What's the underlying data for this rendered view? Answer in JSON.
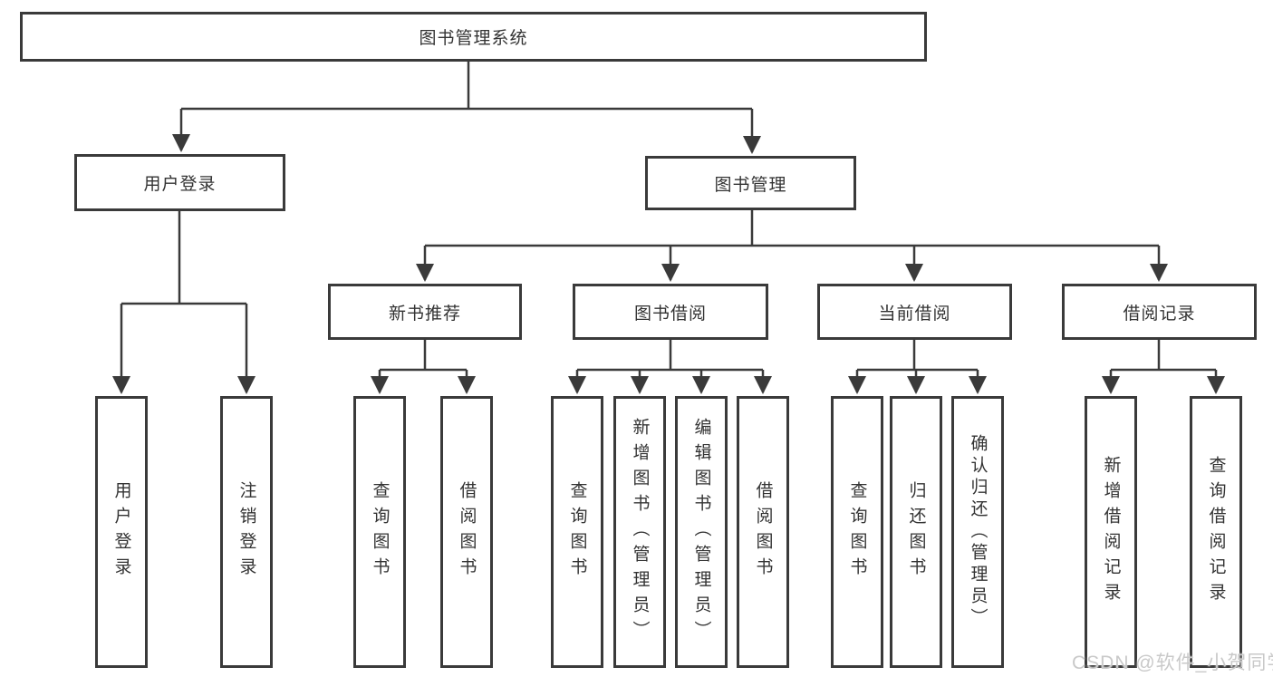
{
  "diagram": {
    "root": {
      "label": "图书管理系统"
    },
    "level2": [
      {
        "label": "用户登录"
      },
      {
        "label": "图书管理"
      }
    ],
    "level3": [
      {
        "label": "新书推荐"
      },
      {
        "label": "图书借阅"
      },
      {
        "label": "当前借阅"
      },
      {
        "label": "借阅记录"
      }
    ],
    "leaves": [
      {
        "label": "用户登录"
      },
      {
        "label": "注销登录"
      },
      {
        "label": "查询图书"
      },
      {
        "label": "借阅图书"
      },
      {
        "label": "查询图书"
      },
      {
        "label": "新增图书（管理员）"
      },
      {
        "label": "编辑图书（管理员）"
      },
      {
        "label": "借阅图书"
      },
      {
        "label": "查询图书"
      },
      {
        "label": "归还图书"
      },
      {
        "label": "确认归还（管理员）"
      },
      {
        "label": "新增借阅记录"
      },
      {
        "label": "查询借阅记录"
      }
    ]
  },
  "watermark": {
    "text": "CSDN @软件_小贺同学"
  },
  "colors": {
    "line": "#3a3a3a",
    "text": "#333333",
    "watermark": "#c9c9c9",
    "background": "#ffffff"
  }
}
